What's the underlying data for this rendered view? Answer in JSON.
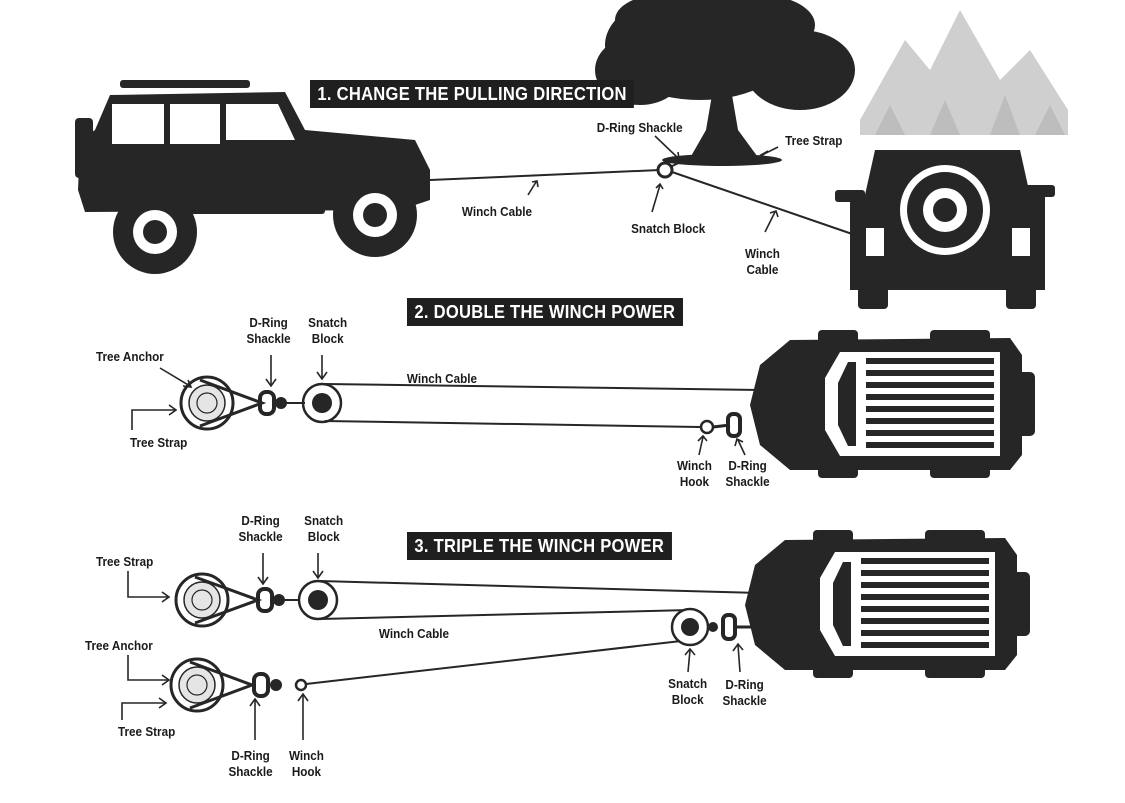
{
  "section1": {
    "title": "1. CHANGE THE PULLING DIRECTION",
    "labels": {
      "winch_cable_left": "Winch Cable",
      "d_ring_shackle": "D-Ring Shackle",
      "tree_strap": "Tree Strap",
      "snatch_block": "Snatch Block",
      "winch_cable_right": "Winch\nCable"
    }
  },
  "section2": {
    "title": "2. DOUBLE THE WINCH POWER",
    "labels": {
      "d_ring_shackle": "D-Ring\nShackle",
      "snatch_block": "Snatch\nBlock",
      "tree_anchor": "Tree Anchor",
      "tree_strap": "Tree Strap",
      "winch_cable": "Winch Cable",
      "winch_hook": "Winch\nHook",
      "d_ring_shackle_vehicle": "D-Ring\nShackle"
    }
  },
  "section3": {
    "title": "3. TRIPLE THE WINCH POWER",
    "labels": {
      "d_ring_shackle": "D-Ring\nShackle",
      "snatch_block": "Snatch\nBlock",
      "tree_strap_top": "Tree Strap",
      "tree_anchor": "Tree Anchor",
      "tree_strap_bottom": "Tree Strap",
      "winch_cable": "Winch Cable",
      "snatch_block_vehicle": "Snatch\nBlock",
      "d_ring_shackle_vehicle": "D-Ring\nShackle",
      "d_ring_shackle_bottom": "D-Ring\nShackle",
      "winch_hook_bottom": "Winch\nHook"
    }
  },
  "colors": {
    "ink": "#262626",
    "banner": "#1f1f1f",
    "mountain": "#c8c8c8"
  }
}
